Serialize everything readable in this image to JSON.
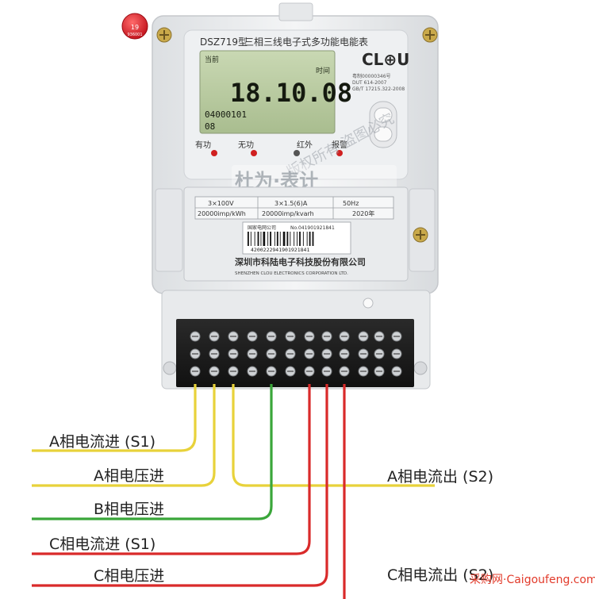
{
  "meter": {
    "model": "DSZ719型",
    "title": "三相三线电子式多功能电能表",
    "brand": "CL⊕U",
    "cert_no": "粤制00000346号",
    "std1": "DUT 614-2007",
    "std2": "GB/T 17215.322-2008",
    "seal_number": "19",
    "seal_code": "936001",
    "lcd": {
      "label_current": "当前",
      "label_time": "时间",
      "main_value": "18.10.08",
      "sub_value1": "04000101",
      "sub_value2": "08"
    },
    "indicators": [
      "有功",
      "无功",
      "红外",
      "报警"
    ],
    "watermark_top": "版权所有·盗图必究",
    "watermark_mid": "杜为·表计",
    "nameplate": {
      "row1": [
        "3×100V",
        "3×1.5(6)A",
        "50Hz"
      ],
      "row2": [
        "20000imp/kWh",
        "20000imp/kvarh",
        "2020年"
      ],
      "barcode_label": "国家电网公司",
      "barcode_no": "No.041901921841",
      "barcode_digits": "4200222941901921841",
      "maker_cn": "深圳市科陆电子科技股份有限公司",
      "maker_en": "SHENZHEN CLOU ELECTRONICS CORPORATION LTD."
    }
  },
  "wiring_labels": {
    "a_in_current": "A相电流进 (S1)",
    "a_in_voltage": "A相电压进",
    "b_in_voltage": "B相电压进",
    "c_in_current": "C相电流进 (S1)",
    "c_in_voltage": "C相电压进",
    "a_out_current": "A相电流出 (S2)",
    "c_out_current": "C相电流出 (S2)"
  },
  "wire_colors": {
    "a": "#e8d23a",
    "b": "#3aa63a",
    "c": "#d92a2a"
  },
  "site_watermark": {
    "prefix": "采购网·",
    "domain": "Caigoufeng.com"
  }
}
